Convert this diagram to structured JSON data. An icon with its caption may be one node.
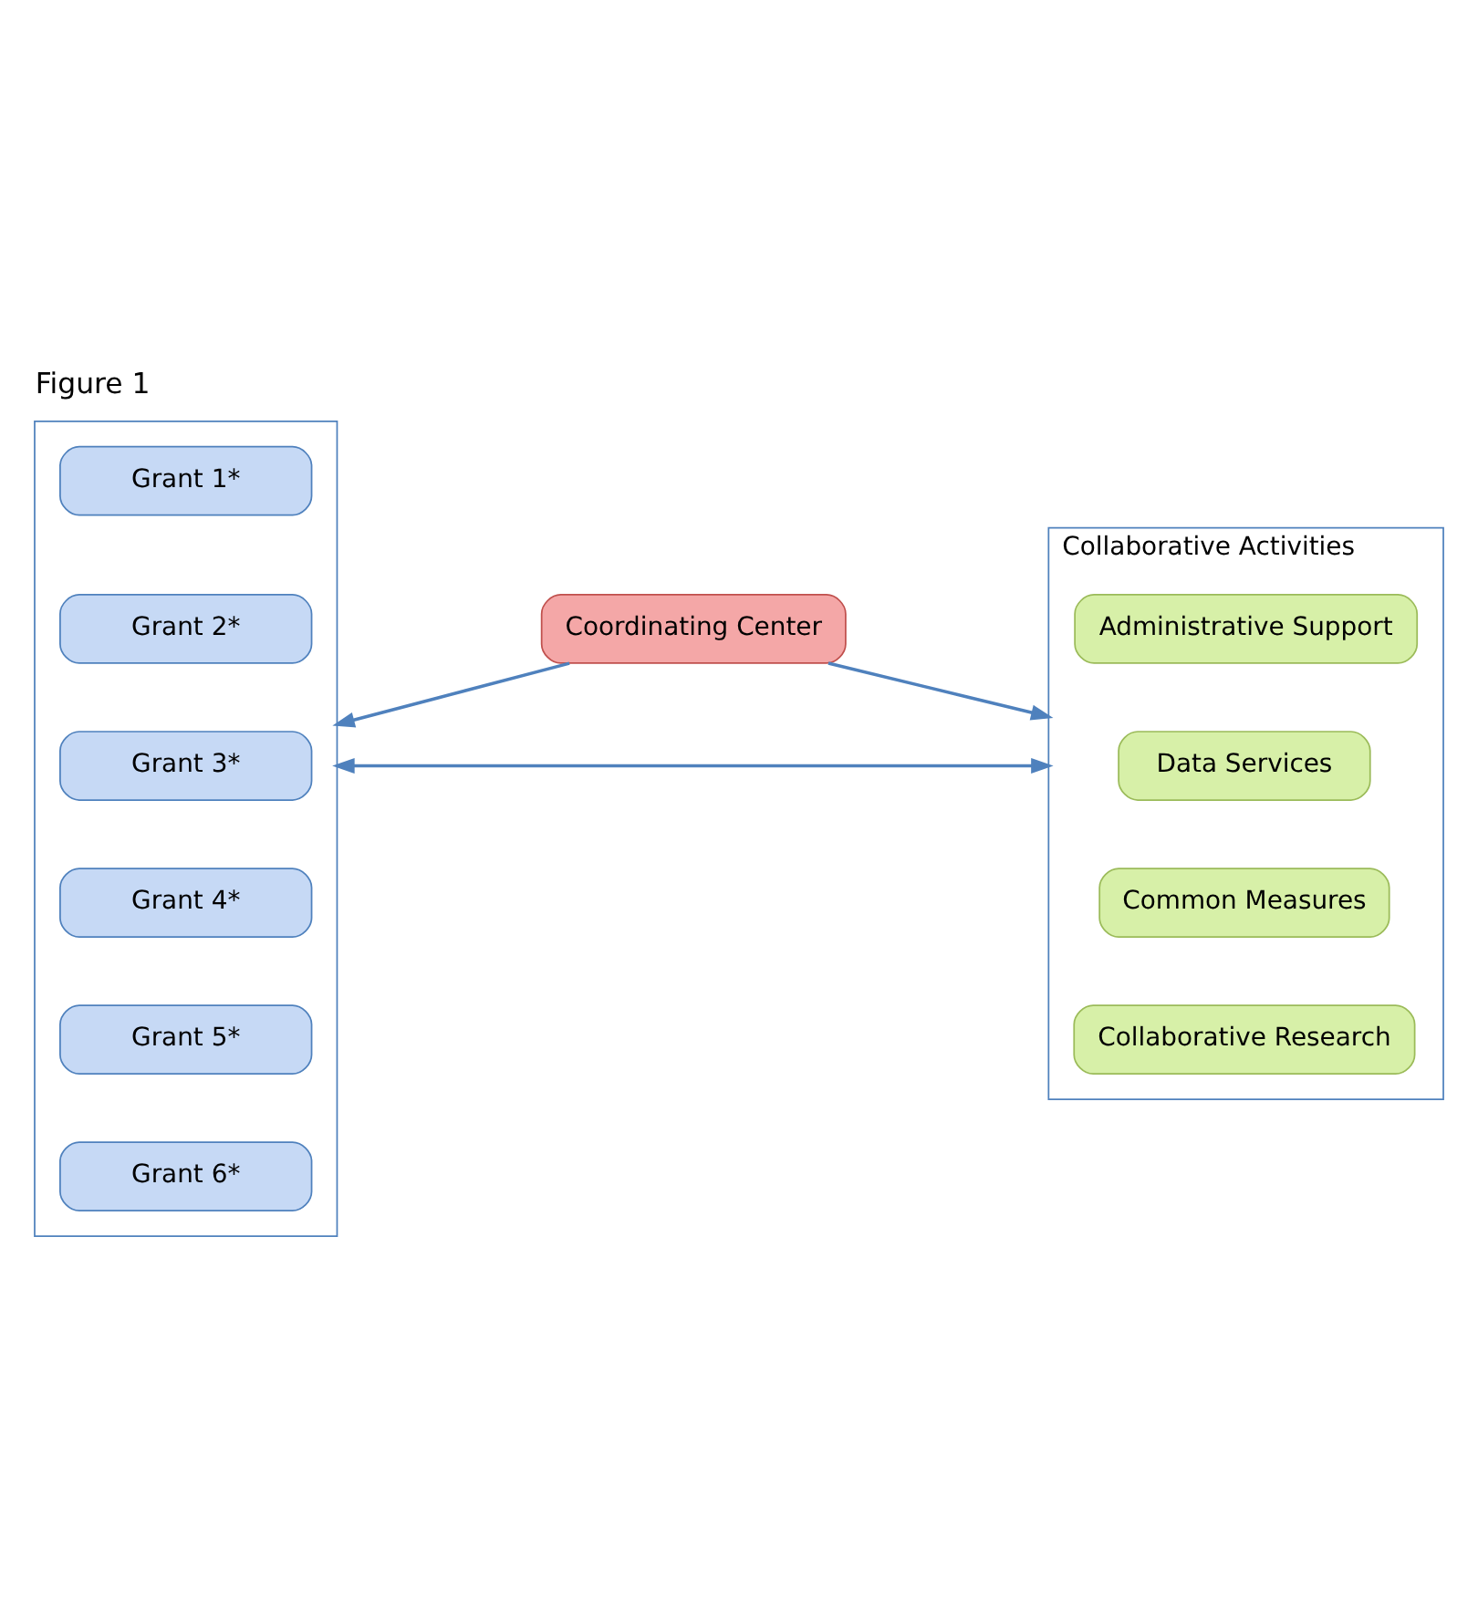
{
  "diagram": {
    "title": "Figure 1",
    "nodes": [
      {
        "text": [
          "Coordinating Center"
        ]
      },
      {
        "text": [],
        "shape": "box"
      },
      {
        "text": [
          "Grant 1*"
        ],
        "in": 1
      },
      {
        "text": [
          "Grant 2*"
        ],
        "in": 1
      },
      {
        "text": [
          "Grant 3*"
        ],
        "in": 1
      },
      {
        "text": [
          "Grant 4*"
        ],
        "in": 1
      },
      {
        "text": [
          "Grant 5*"
        ],
        "in": 1
      },
      {
        "text": [
          "Grant 6*"
        ],
        "in": 1
      },
      {
        "text": [
          "Collaborative Activities"
        ]
      },
      {
        "text": [
          "Administrative Support"
        ],
        "in": 8
      },
      {
        "text": [
          "Data Services"
        ],
        "in": 8
      },
      {
        "text": [
          "Common Measures"
        ],
        "in": 8
      },
      {
        "text": [
          "Collaborative Research"
        ],
        "in": 8
      }
    ],
    "edges": [
      {
        "from": 0,
        "to": 1,
        "arrow": "to"
      },
      {
        "from": 0,
        "to": 8,
        "arrow": "to"
      },
      {
        "from": 1,
        "to": 8,
        "arrow": "both"
      }
    ]
  }
}
